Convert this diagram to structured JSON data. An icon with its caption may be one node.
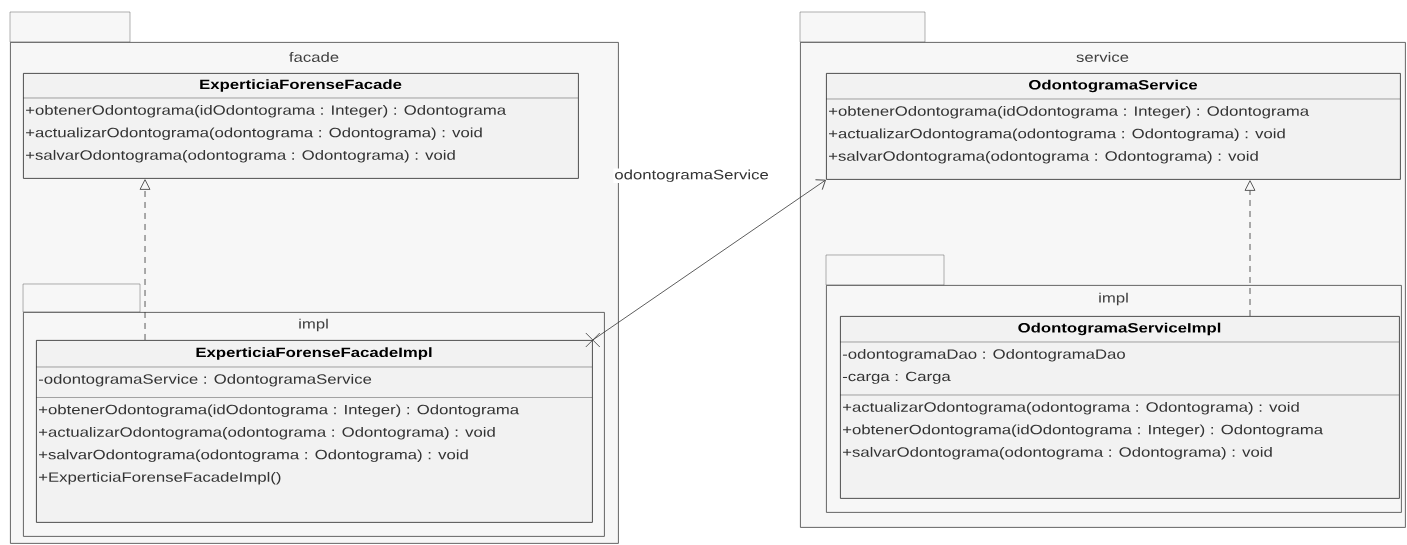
{
  "diagram": {
    "nodes": [
      {
        "text": [
          "facade"
        ]
      },
      {
        "text": [
          "ExperticiaForenseFacade",
          "+obtenerOdontograma(idOdontograma : Integer) : Odontograma",
          "+actualizarOdontograma(odontograma : Odontograma) : void",
          "+salvarOdontograma(odontograma : Odontograma) : void"
        ],
        "in": 0
      },
      {
        "text": [
          "impl"
        ],
        "in": 0
      },
      {
        "text": [
          "ExperticiaForenseFacadeImpl",
          "-odontogramaService : OdontogramaService",
          "+obtenerOdontograma(idOdontograma : Integer) : Odontograma",
          "+actualizarOdontograma(odontograma : Odontograma) : void",
          "+salvarOdontograma(odontograma : Odontograma) : void",
          "+ExperticiaForenseFacadeImpl()"
        ],
        "in": 2
      },
      {
        "text": [
          "service"
        ]
      },
      {
        "text": [
          "OdontogramaService",
          "+obtenerOdontograma(idOdontograma : Integer) : Odontograma",
          "+actualizarOdontograma(odontograma : Odontograma) : void",
          "+salvarOdontograma(odontograma : Odontograma) : void"
        ],
        "in": 4
      },
      {
        "text": [
          "impl"
        ],
        "in": 4
      },
      {
        "text": [
          "OdontogramaServiceImpl",
          "-odontogramaDao : OdontogramaDao",
          "-carga : Carga",
          "+actualizarOdontograma(odontograma : Odontograma) : void",
          "+obtenerOdontograma(idOdontograma : Integer) : Odontograma",
          "+salvarOdontograma(odontograma : Odontograma) : void"
        ],
        "in": 6
      }
    ],
    "edges": [
      {
        "from": 3,
        "to": 1,
        "arrow": "to",
        "style": "dashed"
      },
      {
        "from": 7,
        "to": 5,
        "arrow": "to",
        "style": "dashed"
      },
      {
        "from": 3,
        "to": 5,
        "arrow": "to",
        "label": "odontogramaService"
      }
    ]
  }
}
